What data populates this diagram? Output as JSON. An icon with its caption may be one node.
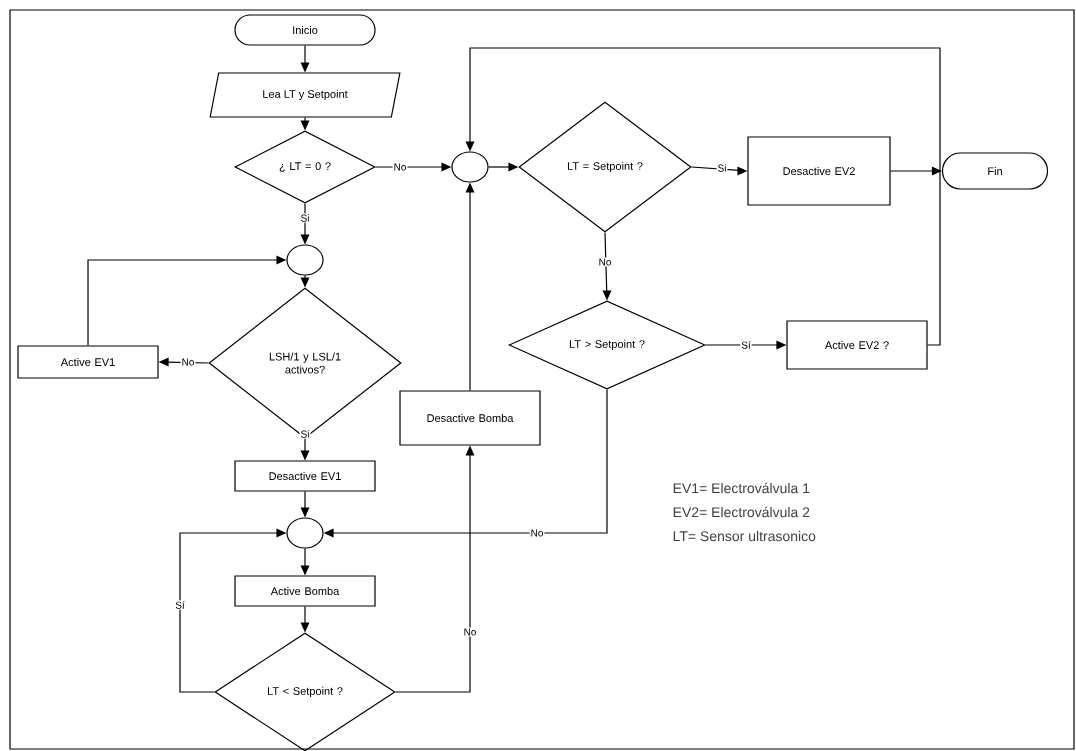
{
  "diagram": {
    "nodes": [
      {
        "text": [
          "Inicio"
        ]
      },
      {
        "text": [
          "Lea LT y Setpoint"
        ]
      },
      {
        "text": [
          "¿ LT = 0 ?"
        ]
      },
      {
        "text": [],
        "shape": "circle"
      },
      {
        "text": [
          "LT = Setpoint ?"
        ]
      },
      {
        "text": [
          "Desactive EV2"
        ]
      },
      {
        "text": [
          "Fin"
        ]
      },
      {
        "text": [],
        "shape": "circle"
      },
      {
        "text": [
          "LSH/1 y LSL/1 activos?"
        ]
      },
      {
        "text": [
          "Active EV1"
        ]
      },
      {
        "text": [
          "LT > Setpoint ?"
        ]
      },
      {
        "text": [
          "Active EV2 ?"
        ]
      },
      {
        "text": [
          "Desactive Bomba"
        ]
      },
      {
        "text": [
          "Desactive EV1"
        ]
      },
      {
        "text": [],
        "shape": "circle"
      },
      {
        "text": [
          "Active Bomba"
        ]
      },
      {
        "text": [
          "LT < Setpoint ?"
        ]
      }
    ],
    "edges": [
      {
        "from": 0,
        "to": 1,
        "arrow": "to"
      },
      {
        "from": 1,
        "to": 2,
        "arrow": "to"
      },
      {
        "from": 2,
        "to": 3,
        "label": "No",
        "arrow": "to"
      },
      {
        "from": 3,
        "to": 4,
        "arrow": "to"
      },
      {
        "from": 4,
        "to": 5,
        "label": "Si",
        "arrow": "to"
      },
      {
        "from": 5,
        "to": 6,
        "arrow": "to"
      },
      {
        "from": 2,
        "to": 7,
        "label": "Si",
        "arrow": "to"
      },
      {
        "from": 7,
        "to": 8,
        "arrow": "to"
      },
      {
        "from": 8,
        "to": 9,
        "label": "No",
        "arrow": "to"
      },
      {
        "from": 9,
        "to": 7,
        "arrow": "to"
      },
      {
        "from": 4,
        "to": 10,
        "label": "No",
        "arrow": "to"
      },
      {
        "from": 10,
        "to": 11,
        "label": "Sí",
        "arrow": "to"
      },
      {
        "from": 11,
        "to": 3,
        "arrow": "to"
      },
      {
        "from": 12,
        "to": 3,
        "arrow": "to"
      },
      {
        "from": 8,
        "to": 13,
        "label": "Si",
        "arrow": "to"
      },
      {
        "from": 13,
        "to": 14,
        "arrow": "to"
      },
      {
        "from": 14,
        "to": 15,
        "arrow": "to"
      },
      {
        "from": 15,
        "to": 16,
        "arrow": "to"
      },
      {
        "from": 16,
        "to": 14,
        "label": "Sí",
        "arrow": "to"
      },
      {
        "from": 16,
        "to": 12,
        "label": "No",
        "arrow": "to"
      },
      {
        "from": 10,
        "to": 14,
        "label": "No",
        "arrow": "to"
      }
    ],
    "labels": [
      "EV1= Electroválvula 1",
      "EV2= Electroválvula 2",
      "LT= Sensor ultrasonico"
    ]
  }
}
